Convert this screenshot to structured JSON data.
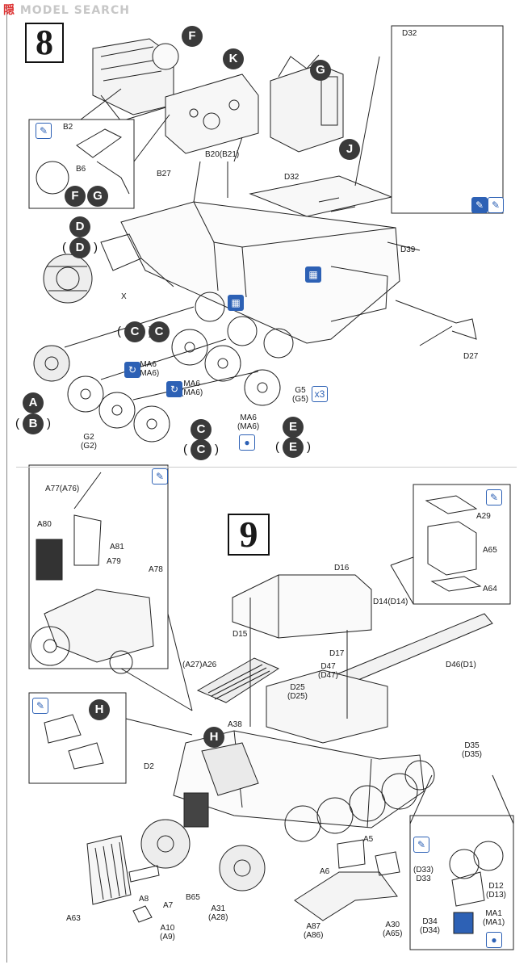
{
  "watermark": {
    "left": "隠",
    "right": "MODEL SEARCH"
  },
  "steps": [
    "8",
    "9"
  ],
  "colors": {
    "accent": "#2d61b5",
    "ink": "#1a1a1a",
    "badge": "#3a3a3a"
  },
  "step8": {
    "badges": [
      {
        "id": "F",
        "text": "F"
      },
      {
        "id": "K",
        "text": "K"
      },
      {
        "id": "G",
        "text": "G"
      },
      {
        "id": "J",
        "text": "J"
      },
      {
        "id": "D1",
        "text": "D"
      },
      {
        "id": "D2",
        "text": "D"
      },
      {
        "id": "F2",
        "text": "F"
      },
      {
        "id": "G2",
        "text": "G"
      },
      {
        "id": "C1",
        "text": "C"
      },
      {
        "id": "C2",
        "text": "C"
      },
      {
        "id": "A",
        "text": "A"
      },
      {
        "id": "B",
        "text": "B"
      },
      {
        "id": "C3",
        "text": "C"
      },
      {
        "id": "C4",
        "text": "C"
      },
      {
        "id": "E1",
        "text": "E"
      },
      {
        "id": "E2",
        "text": "E"
      }
    ],
    "labels": {
      "b2": "B2",
      "b6": "B6",
      "b27": "B27",
      "b20": "B20(B21)",
      "d32a": "D32",
      "d32b": "D32",
      "d39": "D39",
      "d27": "D27",
      "x": "X",
      "ma6a": "MA6\n(MA6)",
      "ma6b": "MA6\n(MA6)",
      "ma6c": "MA6\n(MA6)",
      "g5": "G5\n(G5)",
      "g2": "G2\n(G2)",
      "x3": "x3"
    }
  },
  "step9": {
    "badges": [
      {
        "id": "H1",
        "text": "H"
      },
      {
        "id": "H2",
        "text": "H"
      }
    ],
    "labels": {
      "a77": "A77(A76)",
      "a80": "A80",
      "a81": "A81",
      "a79": "A79",
      "a78": "A78",
      "a29": "A29",
      "a65": "A65",
      "a64": "A64",
      "d16": "D16",
      "d14": "D14(D14)",
      "d15": "D15",
      "d17": "D17",
      "d46": "D46(D1)",
      "d47": "D47\n(D47)",
      "d25": "D25\n(D25)",
      "a26": "(A27)A26",
      "a38": "A38",
      "d35": "D35\n(D35)",
      "d2": "D2",
      "a5": "A5",
      "a6": "A6",
      "d33": "(D33)\nD33",
      "d12": "D12\n(D13)",
      "a8": "A8",
      "a7": "A7",
      "b65": "B65",
      "a31": "A31\n(A28)",
      "a63": "A63",
      "a10": "A10\n(A9)",
      "a87": "A87\n(A86)",
      "a30": "A30\n(A65)",
      "d34": "D34\n(D34)",
      "ma1": "MA1\n(MA1)"
    }
  }
}
